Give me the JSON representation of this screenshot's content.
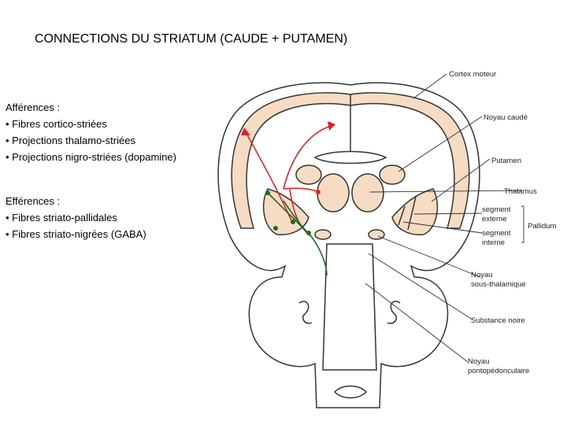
{
  "title": "CONNECTIONS DU STRIATUM (CAUDE + PUTAMEN)",
  "afferences": {
    "heading": "Afférences :",
    "items": [
      "• Fibres cortico-striées",
      "• Projections thalamo-striées",
      "• Projections nigro-striées (dopamine)"
    ]
  },
  "efferences": {
    "heading": "Efférences :",
    "items": [
      "• Fibres striato-pallidales",
      "• Fibres striato-nigrées (GABA)"
    ]
  },
  "diagram_labels": {
    "cortex": "Cortex moteur",
    "caude": "Noyau caudé",
    "putamen": "Putamen",
    "thalamus": "Thalamus",
    "seg_ext_1": "segment",
    "seg_ext_2": "externe",
    "seg_int_1": "segment",
    "seg_int_2": "interne",
    "pallidum": "Pallidum",
    "sth_1": "Noyau",
    "sth_2": "sous-thalamique",
    "substance": "Substance noire",
    "ppn_1": "Noyau",
    "ppn_2": "pontopédonculaire"
  },
  "colors": {
    "afferent": "#d8262a",
    "efferent": "#1e6b2a",
    "gray_matter": "#f7dcc4",
    "outline": "#333333"
  }
}
